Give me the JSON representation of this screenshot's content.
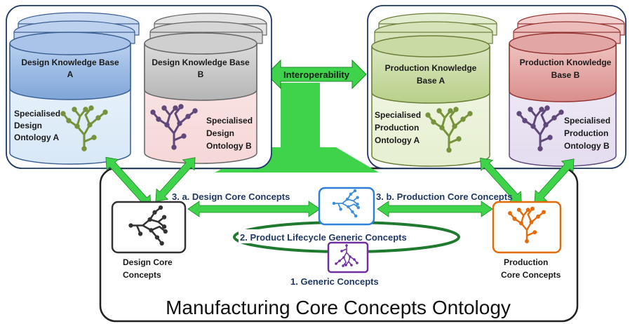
{
  "diagram": {
    "design_kb_a": {
      "title_line1": "Design Knowledge Base",
      "title_line2": "A",
      "onto_line1": "Specialised",
      "onto_line2": "Design",
      "onto_line3": "Ontology A"
    },
    "design_kb_b": {
      "title_line1": "Design Knowledge Base",
      "title_line2": "B",
      "onto_line1": "Specialised",
      "onto_line2": "Design",
      "onto_line3": "Ontology B"
    },
    "production_kb_a": {
      "title_line1": "Production Knowledge",
      "title_line2": "Base A",
      "onto_line1": "Specialised",
      "onto_line2": "Production",
      "onto_line3": "Ontology A"
    },
    "production_kb_b": {
      "title_line1": "Production Knowledge",
      "title_line2": "Base B",
      "onto_line1": "Specialised",
      "onto_line2": "Production",
      "onto_line3": "Ontology B"
    },
    "interoperability": "Interoperability",
    "design_core_link": "3. a. Design Core Concepts",
    "production_core_link": "3. b. Production Core Concepts",
    "lifecycle_link": "2. Product Lifecycle Generic Concepts",
    "generic_concepts": "1. Generic Concepts",
    "design_core_node": {
      "line1": "Design Core",
      "line2": "Concepts"
    },
    "production_core_node": {
      "line1": "Production",
      "line2": "Core Concepts"
    },
    "ontology_title": "Manufacturing Core Concepts Ontology",
    "colors": {
      "arrow_green": "#3ed34a",
      "design_a_blue": "#8db3e2",
      "design_b_gray": "#bfbfbf",
      "production_a_green": "#c3d69b",
      "production_b_red": "#e6a5a3",
      "core_blue": "#3f8fd8",
      "generic_purple": "#7030a0",
      "production_core_orange": "#e36c0a",
      "design_core_black": "#333333"
    }
  }
}
